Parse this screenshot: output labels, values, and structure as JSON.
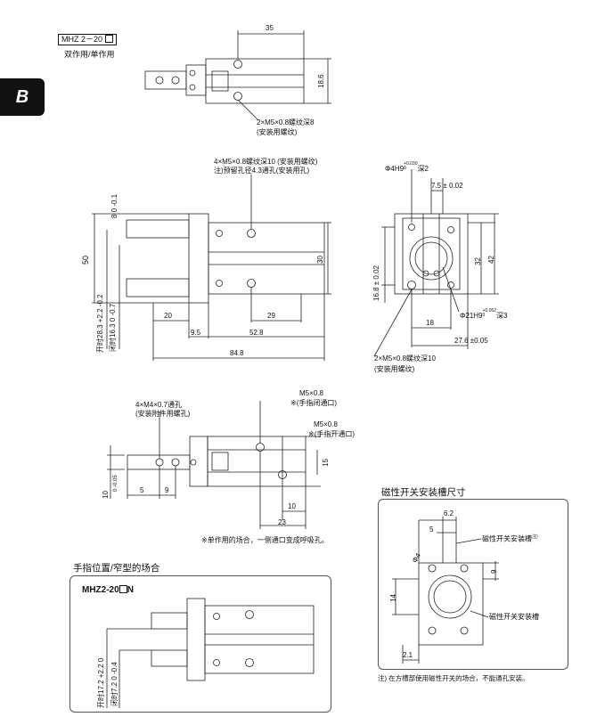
{
  "page_tab": "B",
  "header": {
    "model_label": "MHZ 2－20",
    "subtitle": "双作用/单作用"
  },
  "top_view": {
    "dim_width": "35",
    "dim_height": "18.6",
    "note_line1": "2×M5×0.8螺纹深8",
    "note_line2": "(安装用螺纹)"
  },
  "main_view": {
    "note1": "4×M5×0.8螺纹深10 (安装用螺纹)",
    "note2": "注)预留孔径4.3通孔(安装用孔)",
    "dim_top_tol": "8 0 -0.1",
    "dim_left": "50",
    "dim_open": "开时28.3 +2.2 -0.2",
    "dim_close": "闭时16.3 0 -0.7",
    "dim_right": "30",
    "dim_20": "20",
    "dim_29": "29",
    "dim_9_5": "9.5",
    "dim_52_8": "52.8",
    "dim_84_8": "84.8"
  },
  "side_view": {
    "hole_top": "Φ4H9",
    "hole_top_tol_upper": "+0.030",
    "hole_top_tol_lower": "0",
    "hole_top_depth": "深2",
    "dim_7_5": "7.5 ± 0.02",
    "dim_32": "32",
    "dim_42": "42",
    "dim_16_8": "16.8 ± 0.02",
    "bore": "Φ21H9",
    "bore_tol_upper": "+0.052",
    "bore_tol_lower": "0",
    "bore_depth": "深3",
    "dim_18": "18",
    "dim_27_6": "27.6 ±0.05",
    "note_line1": "2×M5×0.8螺纹深10",
    "note_line2": "(安装用螺纹)"
  },
  "bottom_view": {
    "note_left1": "4×M4×0.7通孔",
    "note_left2": "(安装附件用螺孔)",
    "port1_line1": "M5×0.8",
    "port1_line2": "※(手指闭通口)",
    "port2_line1": "M5×0.8",
    "port2_line2": "※(手指开通口)",
    "dim_10": "10",
    "dim_10_tol": "0 -0.05",
    "dim_5": "5",
    "dim_9": "9",
    "dim_15": "15",
    "dim_10b": "10",
    "dim_23": "23",
    "footnote": "※单作用的场合，一侧通口变成呼吸孔。"
  },
  "narrow_section": {
    "title": "手指位置/窄型的场合",
    "model": "MHZ2-20",
    "model_suffix": "N",
    "dim_open": "开时17.2 +2.2 0",
    "dim_close": "闭时7.2 0 -0.4"
  },
  "switch_section": {
    "title": "磁性开关安装槽尺寸",
    "dim_6_2": "6.2",
    "dim_5": "5",
    "dim_phi4": "Φ4",
    "dim_9": "9",
    "dim_14": "14",
    "dim_2_1": "2.1",
    "label_slot_note": "磁性开关安装槽",
    "label_slot_note_mark": "注)",
    "label_slot": "磁性开关安装槽",
    "footnote": "注) 在方槽部使用磁性开关的场合，不能通孔安装。"
  }
}
